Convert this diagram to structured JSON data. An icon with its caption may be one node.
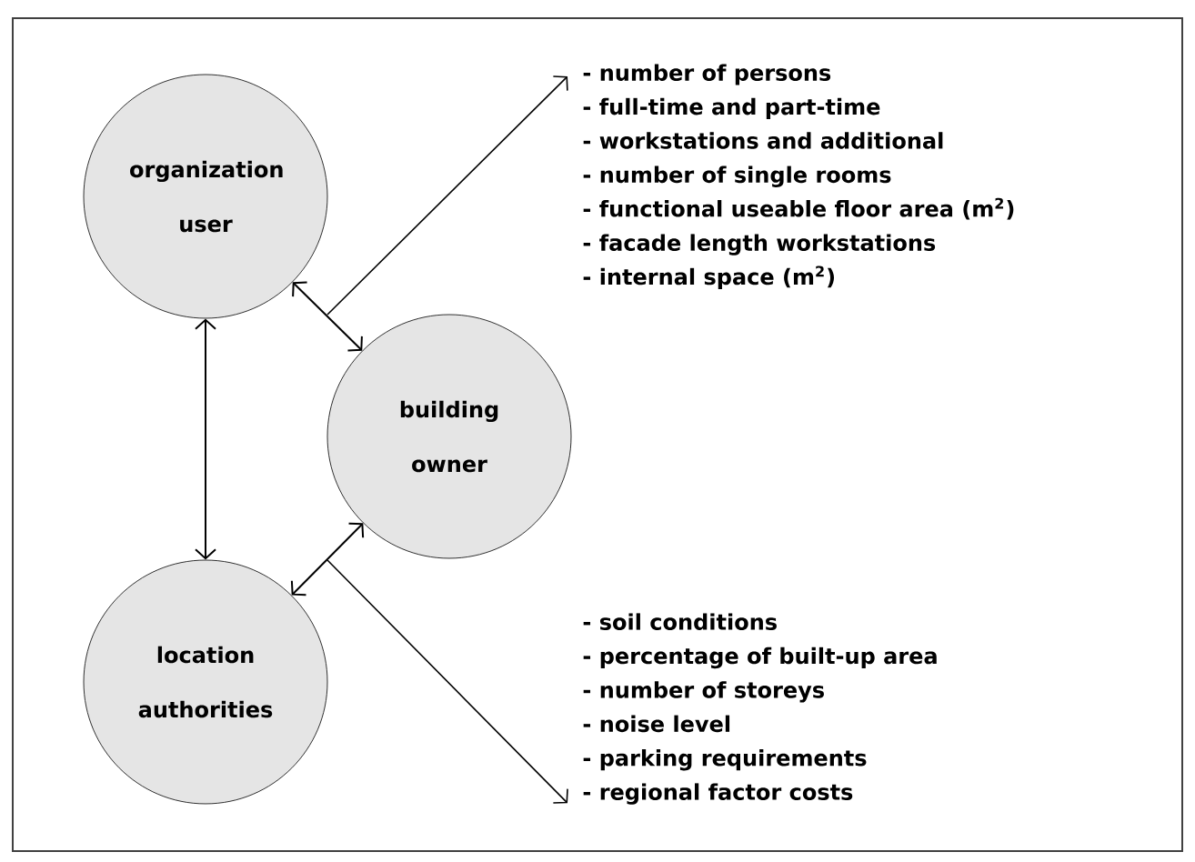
{
  "diagram": {
    "nodes": [
      {
        "text": [
          "organization user"
        ]
      },
      {
        "text": [
          "building owner"
        ]
      },
      {
        "text": [
          "location authorities"
        ]
      },
      {
        "text": [
          "- number of persons",
          "- full-time and part-time",
          "- workstations and additional",
          "- number of single rooms",
          "- functional useable floor area (m$^{2}$)",
          "- facade length workstations",
          "- internal space (m$^{2}$)"
        ]
      },
      {
        "text": [
          "- soil conditions",
          "- percentage of built-up area",
          "- number of storeys",
          "- noise level",
          "- parking requirements",
          "- regional factor costs"
        ]
      }
    ],
    "edges": [
      {
        "from": 0,
        "to": 1,
        "arrow": "both"
      },
      {
        "from": 0,
        "to": 2,
        "arrow": "both"
      },
      {
        "from": 2,
        "to": 1,
        "arrow": "both"
      },
      {
        "from": null,
        "to": 3,
        "arrow": "to"
      },
      {
        "from": null,
        "to": 4,
        "arrow": "to"
      }
    ]
  }
}
